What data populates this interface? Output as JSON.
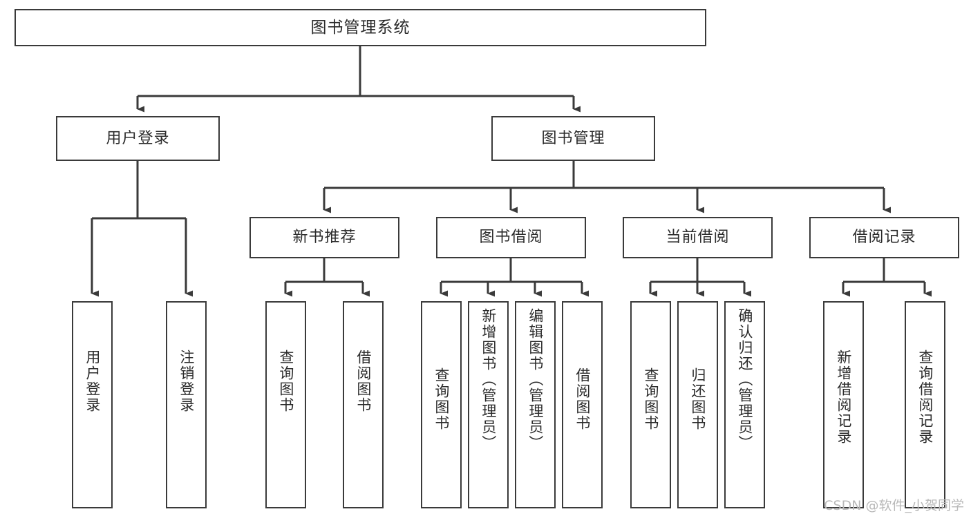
{
  "diagram": {
    "title": "图书管理系统",
    "type": "function-structure-tree",
    "stroke_color": "#3a3a3a",
    "background_color": "#ffffff",
    "text_color": "#2b2b2b",
    "root": {
      "label": "图书管理系统"
    },
    "level2": [
      {
        "label": "用户登录"
      },
      {
        "label": "图书管理"
      }
    ],
    "level3": [
      {
        "label": "新书推荐"
      },
      {
        "label": "图书借阅"
      },
      {
        "label": "当前借阅"
      },
      {
        "label": "借阅记录"
      }
    ],
    "leaves": {
      "user_login": [
        {
          "label": "用户登录"
        },
        {
          "label": "注销登录"
        }
      ],
      "new_book_recommend": [
        {
          "label": "查询图书"
        },
        {
          "label": "借阅图书"
        }
      ],
      "book_borrow": [
        {
          "label": "查询图书"
        },
        {
          "label": "新增图书（管理员）"
        },
        {
          "label": "编辑图书（管理员）"
        },
        {
          "label": "借阅图书"
        }
      ],
      "current_borrow": [
        {
          "label": "查询图书"
        },
        {
          "label": "归还图书"
        },
        {
          "label": "确认归还（管理员）"
        }
      ],
      "borrow_record": [
        {
          "label": "新增借阅记录"
        },
        {
          "label": "查询借阅记录"
        }
      ]
    }
  },
  "watermark": {
    "text": "CSDN @软件_小贺同学"
  }
}
